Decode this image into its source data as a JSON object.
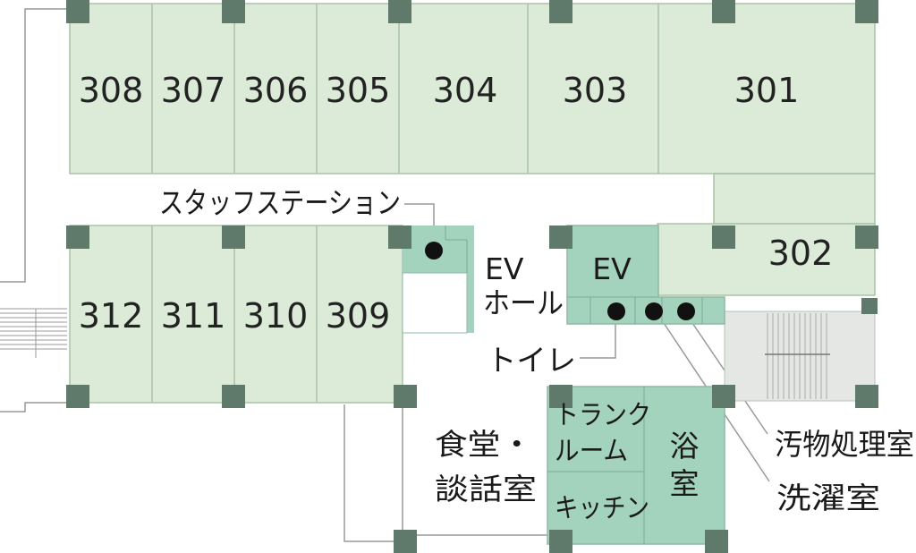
{
  "floor": {
    "rooms_top": [
      {
        "id": "308",
        "label": "308"
      },
      {
        "id": "307",
        "label": "307"
      },
      {
        "id": "306",
        "label": "306"
      },
      {
        "id": "305",
        "label": "305"
      },
      {
        "id": "304",
        "label": "304"
      },
      {
        "id": "303",
        "label": "303"
      },
      {
        "id": "301",
        "label": "301"
      }
    ],
    "room_302": "302",
    "rooms_bottom": [
      {
        "id": "312",
        "label": "312"
      },
      {
        "id": "311",
        "label": "311"
      },
      {
        "id": "310",
        "label": "310"
      },
      {
        "id": "309",
        "label": "309"
      }
    ],
    "labels": {
      "staff_station": "スタッフステーション",
      "ev_hall_1": "EV",
      "ev_hall_2": "ホール",
      "ev": "EV",
      "toilet": "トイレ",
      "trunk_room_1": "トランク",
      "trunk_room_2": "ルーム",
      "bath_1": "浴",
      "bath_2": "室",
      "dining_1": "食堂・",
      "dining_2": "談話室",
      "kitchen": "キッチン",
      "soiled_room": "汚物処理室",
      "laundry": "洗濯室"
    },
    "colors": {
      "room_fill": "#dcebd8",
      "room_stroke": "#a9c3a6",
      "accent_fill": "#a3d2bd",
      "column": "#5f7a6a",
      "stair_fill": "#e4e7e3",
      "line": "#9a9a9a"
    }
  }
}
